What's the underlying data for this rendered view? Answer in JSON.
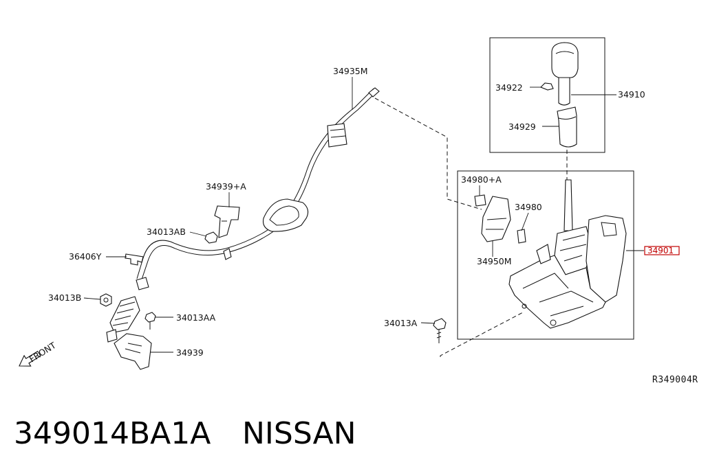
{
  "diagram": {
    "labels": {
      "p34935M": "34935M",
      "p34922": "34922",
      "p34910": "34910",
      "p34929": "34929",
      "p34980A": "34980+A",
      "p34980": "34980",
      "p34939A": "34939+A",
      "p34013AB": "34013AB",
      "p36406Y": "36406Y",
      "p34950M": "34950M",
      "p34901": "34901",
      "p34013B": "34013B",
      "p34013AA": "34013AA",
      "p34013A": "34013A",
      "p34939": "34939",
      "front": "FRONT",
      "ref_code": "R349004R"
    },
    "highlight_color": "#c00000"
  },
  "caption": {
    "part_number": "349014BA1A",
    "brand": "NISSAN"
  }
}
